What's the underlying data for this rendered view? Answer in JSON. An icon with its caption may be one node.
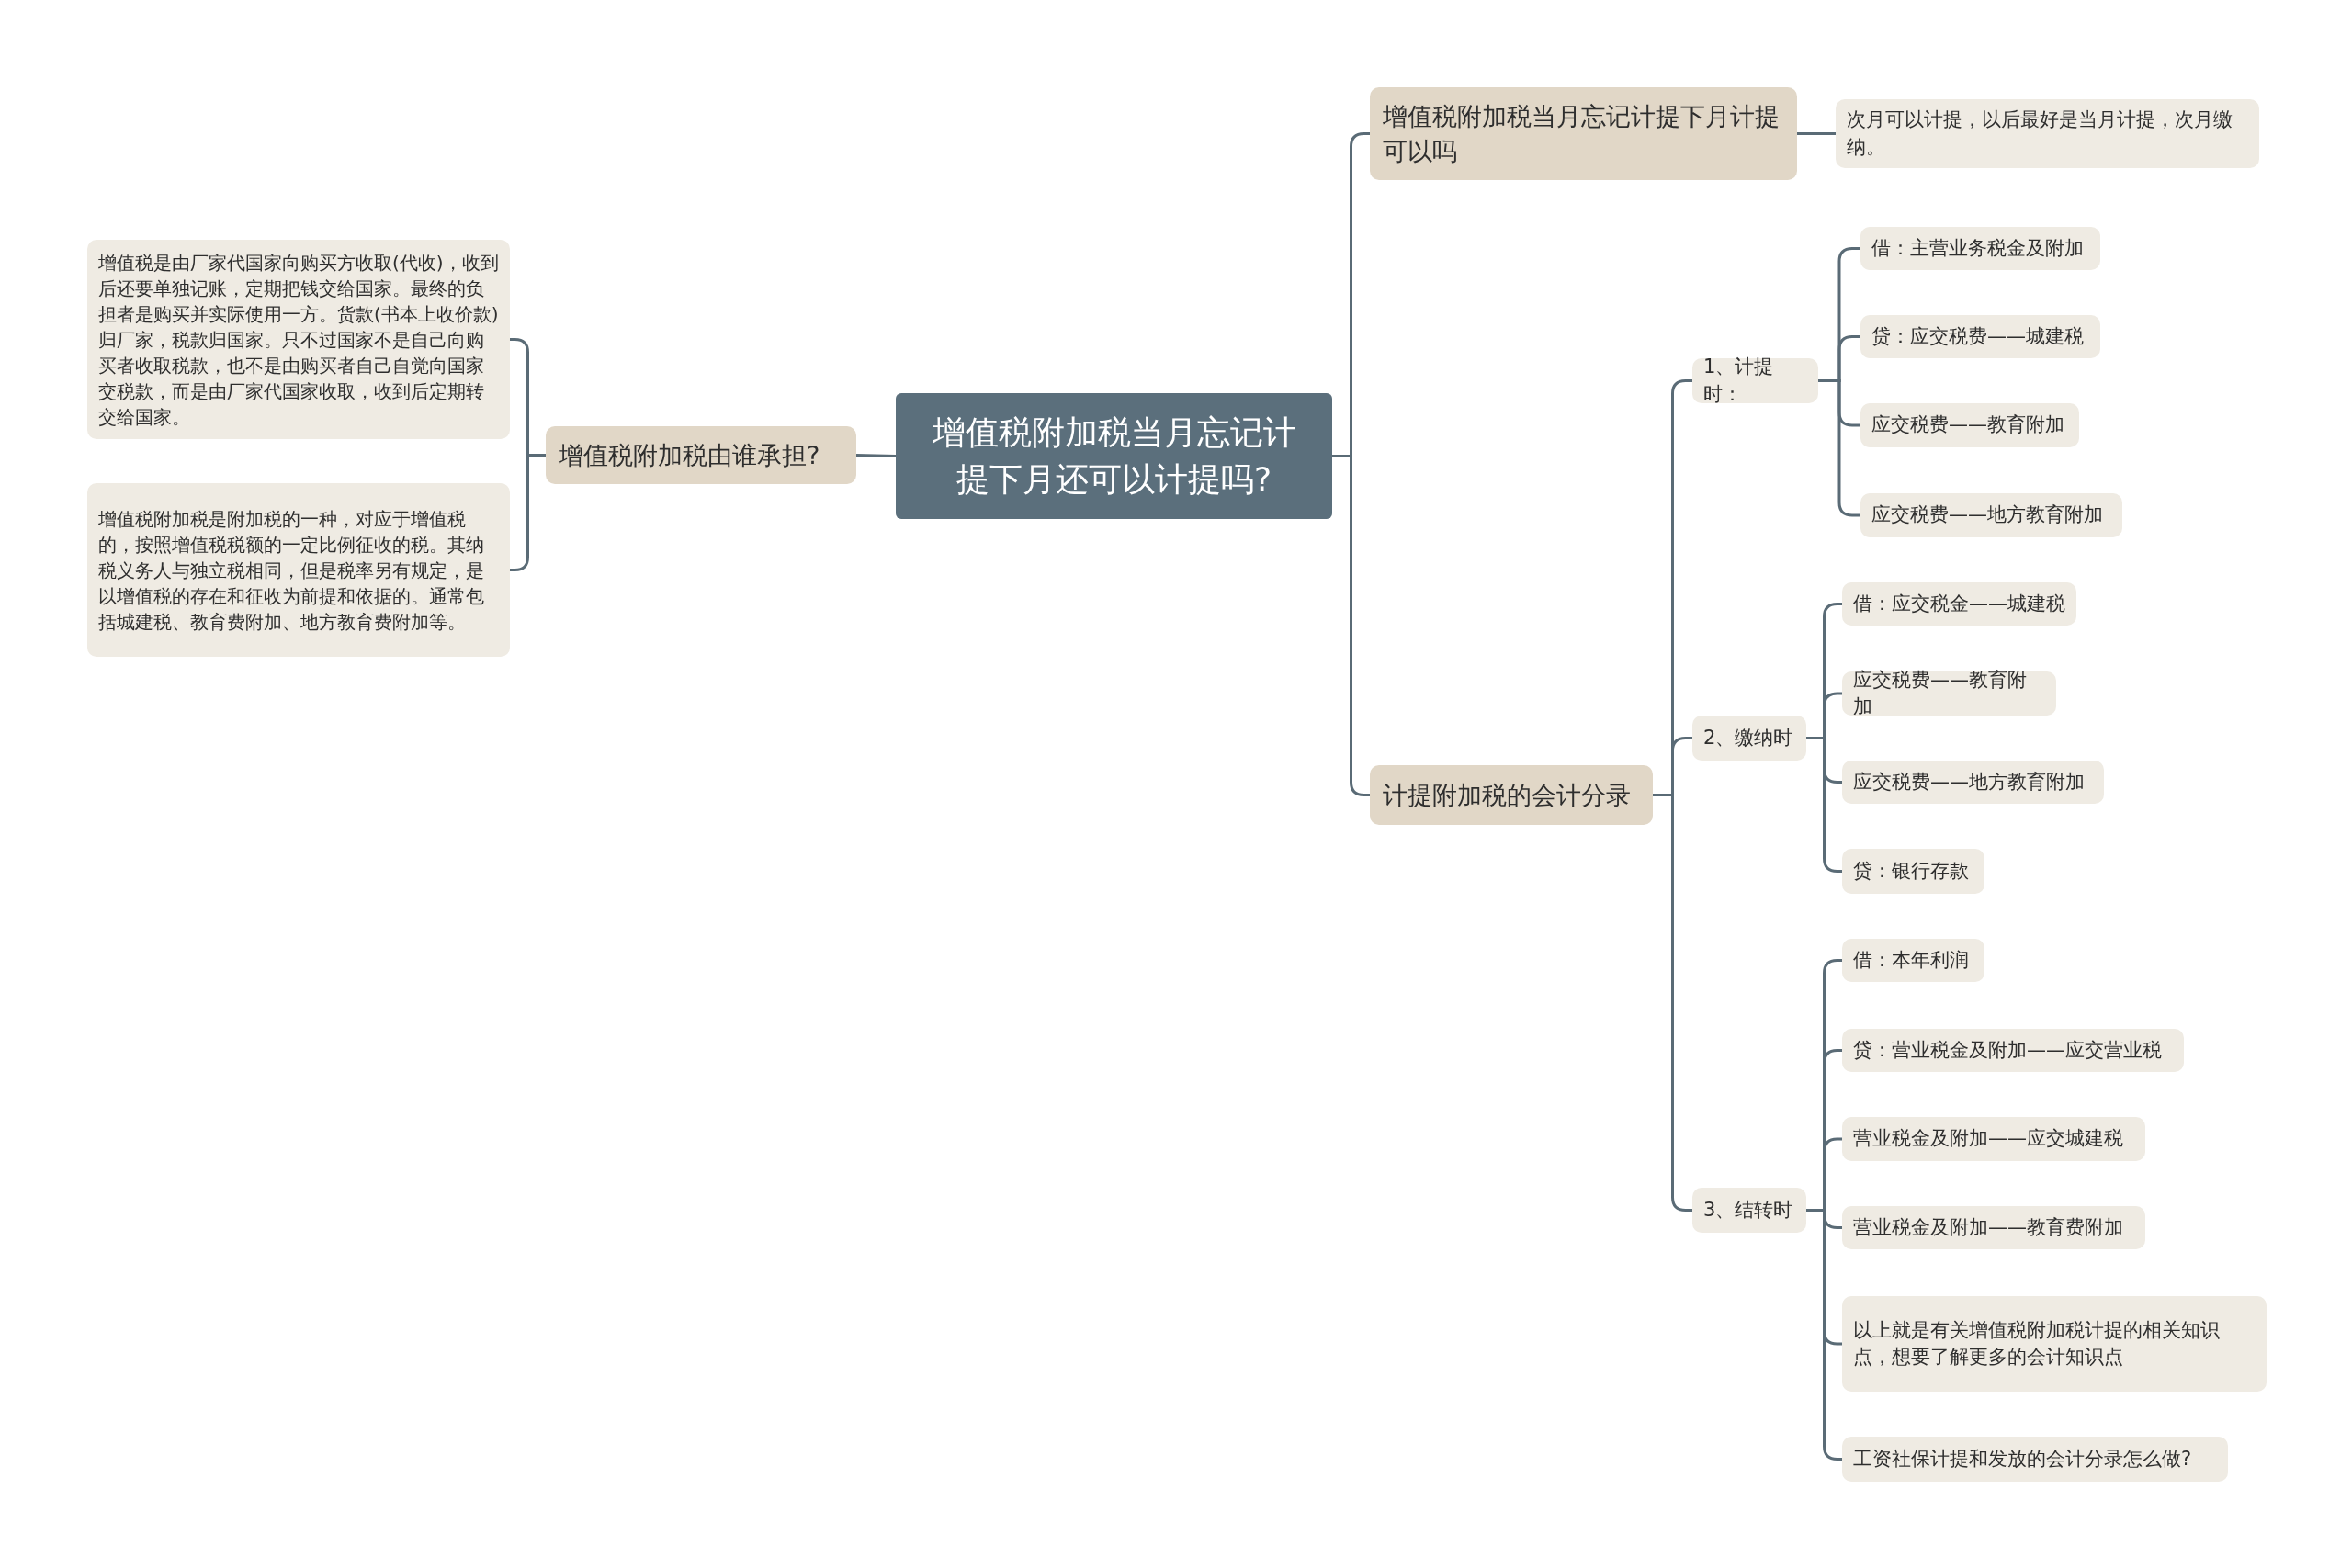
{
  "diagram": {
    "nodes": [
      {
        "text": [
          "增值税附加税当月忘记计提下月还可以计提吗?"
        ]
      },
      {
        "text": [
          "增值税附加税由谁承担?"
        ]
      },
      {
        "text": [
          "增值税是由厂家代国家向购买方收取(代收)，收到后还要单独记账，定期把钱交给国家。最终的负担者是购买并实际使用一方。货款(书本上收价款)归厂家，税款归国家。只不过国家不是自己向购买者收取税款，也不是由购买者自己自觉向国家交税款，而是由厂家代国家收取，收到后定期转交给国家。"
        ]
      },
      {
        "text": [
          "增值税附加税是附加税的一种，对应于增值税的，按照增值税税额的一定比例征收的税。其纳税义务人与独立税相同，但是税率另有规定，是以增值税的存在和征收为前提和依据的。通常包括城建税、教育费附加、地方教育费附加等。"
        ]
      },
      {
        "text": [
          "增值税附加税当月忘记计提下月计提可以吗"
        ]
      },
      {
        "text": [
          "次月可以计提，以后最好是当月计提，次月缴纳。"
        ]
      },
      {
        "text": [
          "计提附加税的会计分录"
        ]
      },
      {
        "text": [
          "1、计提时："
        ]
      },
      {
        "text": [
          "借：主营业务税金及附加"
        ]
      },
      {
        "text": [
          "贷：应交税费——城建税"
        ]
      },
      {
        "text": [
          "应交税费——教育附加"
        ]
      },
      {
        "text": [
          "应交税费——地方教育附加"
        ]
      },
      {
        "text": [
          "2、缴纳时"
        ]
      },
      {
        "text": [
          "借：应交税金——城建税"
        ]
      },
      {
        "text": [
          "应交税费——教育附加"
        ]
      },
      {
        "text": [
          "应交税费——地方教育附加"
        ]
      },
      {
        "text": [
          "贷：银行存款"
        ]
      },
      {
        "text": [
          "3、结转时"
        ]
      },
      {
        "text": [
          "借：本年利润"
        ]
      },
      {
        "text": [
          "贷：营业税金及附加——应交营业税"
        ]
      },
      {
        "text": [
          "营业税金及附加——应交城建税"
        ]
      },
      {
        "text": [
          "营业税金及附加——教育费附加"
        ]
      },
      {
        "text": [
          "以上就是有关增值税附加税计提的相关知识点，想要了解更多的会计知识点"
        ]
      },
      {
        "text": [
          "工资社保计提和发放的会计分录怎么做?"
        ]
      }
    ],
    "edges": [
      {
        "from": 0,
        "to": 1,
        "arrow": "none"
      },
      {
        "from": 1,
        "to": 2,
        "arrow": "none"
      },
      {
        "from": 1,
        "to": 3,
        "arrow": "none"
      },
      {
        "from": 0,
        "to": 4,
        "arrow": "none"
      },
      {
        "from": 4,
        "to": 5,
        "arrow": "none"
      },
      {
        "from": 0,
        "to": 6,
        "arrow": "none"
      },
      {
        "from": 6,
        "to": 7,
        "arrow": "none"
      },
      {
        "from": 7,
        "to": 8,
        "arrow": "none"
      },
      {
        "from": 7,
        "to": 9,
        "arrow": "none"
      },
      {
        "from": 7,
        "to": 10,
        "arrow": "none"
      },
      {
        "from": 7,
        "to": 11,
        "arrow": "none"
      },
      {
        "from": 6,
        "to": 12,
        "arrow": "none"
      },
      {
        "from": 12,
        "to": 13,
        "arrow": "none"
      },
      {
        "from": 12,
        "to": 14,
        "arrow": "none"
      },
      {
        "from": 12,
        "to": 15,
        "arrow": "none"
      },
      {
        "from": 12,
        "to": 16,
        "arrow": "none"
      },
      {
        "from": 6,
        "to": 17,
        "arrow": "none"
      },
      {
        "from": 17,
        "to": 18,
        "arrow": "none"
      },
      {
        "from": 17,
        "to": 19,
        "arrow": "none"
      },
      {
        "from": 17,
        "to": 20,
        "arrow": "none"
      },
      {
        "from": 17,
        "to": 21,
        "arrow": "none"
      },
      {
        "from": 17,
        "to": 22,
        "arrow": "none"
      },
      {
        "from": 17,
        "to": 23,
        "arrow": "none"
      }
    ]
  }
}
